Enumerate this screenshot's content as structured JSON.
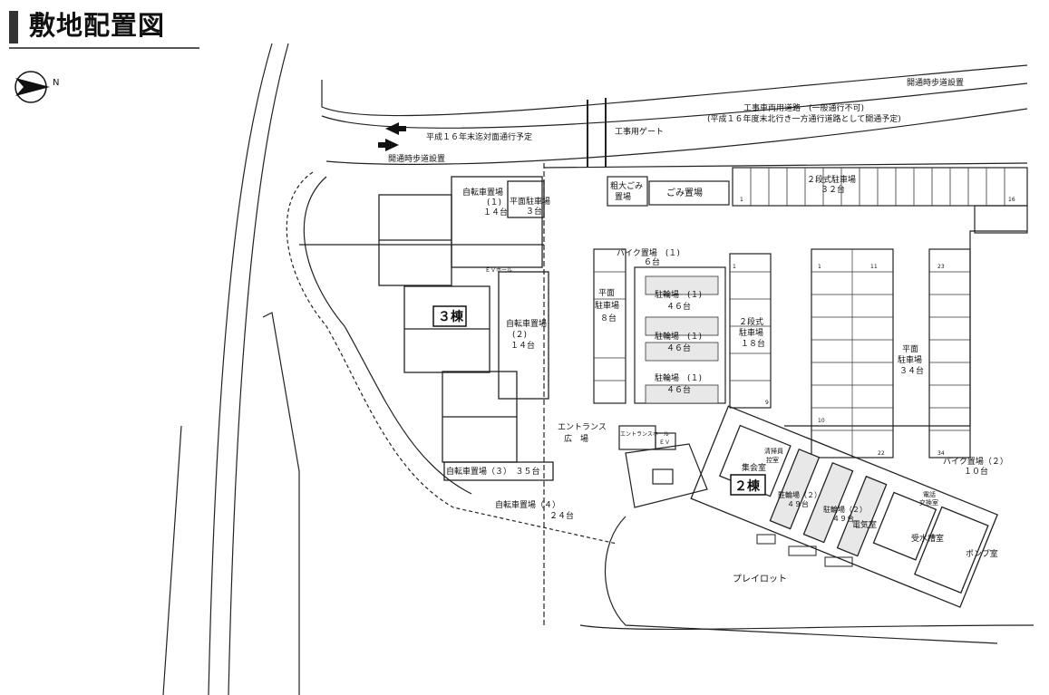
{
  "title": "敷地配置図",
  "compass": {
    "label": "N",
    "icon": "north-arrow-icon"
  },
  "labels": {
    "walkway_top": "開通時歩道設置",
    "construction_road": "工事車両用道路　(一般通行不可)",
    "construction_road_note": "(平成１６年度末北行き一方通行道路として開通予定)",
    "construction_gate": "工事用ゲート",
    "road_opening": "平成１６年末迄対面通行予定",
    "walkway_left": "開通時歩道設置",
    "bulky_garbage_1": "粗大ごみ",
    "bulky_garbage_2": "置場",
    "garbage": "ごみ置場",
    "parking_2tier_32_1": "２段式駐車場",
    "parking_2tier_32_2": "３２台",
    "bicycle_1_1": "自転車置場",
    "bicycle_1_2": "(１)",
    "bicycle_1_3": "１４台",
    "flat_parking_3_1": "平面駐車場",
    "flat_parking_3_2": "３台",
    "bike_1_1": "バイク置場　(１)",
    "bike_1_2": "６台",
    "flat_parking_8_1": "平面",
    "flat_parking_8_2": "駐車場",
    "flat_parking_8_3": "８台",
    "cycle_1a_1": "駐輪場　(１)",
    "cycle_1a_2": "４６台",
    "cycle_1b_1": "駐輪場　(１)",
    "cycle_1b_2": "４６台",
    "cycle_1c_1": "駐輪場　(１)",
    "cycle_1c_2": "４６台",
    "parking_2tier_18_1": "２段式",
    "parking_2tier_18_2": "駐車場",
    "parking_2tier_18_3": "１８台",
    "flat_parking_34_1": "平面",
    "flat_parking_34_2": "駐車場",
    "flat_parking_34_3": "３４台",
    "building_3": "３棟",
    "bicycle_2_1": "自転車置場",
    "bicycle_2_2": "(２)",
    "bicycle_2_3": "１４台",
    "ev_hall": "ＥＶホール",
    "entrance_1": "エントランス",
    "entrance_2": "広　場",
    "entrance_hall": "エントランスホール",
    "ev": "ＥＶ",
    "meeting_room": "集会室",
    "building_2": "２棟",
    "cleaning_room_1": "清掃員",
    "cleaning_room_2": "控室",
    "cycle_2_1": "駐輪場（２）",
    "cycle_2_2": "４９台",
    "cycle_2b_1": "駐輪場（２）",
    "cycle_2b_2": "４９台",
    "electric_room": "電気室",
    "telecom_1": "電話",
    "telecom_2": "交換室",
    "water_tank": "受水槽室",
    "pump_room": "ポンプ室",
    "bike_2_1": "バイク置場（２）",
    "bike_2_2": "１０台",
    "bicycle_3": "自転車置場（３）　３５台",
    "bicycle_4_1": "自転車置場（４）",
    "bicycle_4_2": "２４台",
    "playlot": "プレイロット"
  },
  "stall_numbers": [
    "1",
    "16",
    "1",
    "11",
    "23",
    "10",
    "22",
    "34",
    "1",
    "9"
  ]
}
